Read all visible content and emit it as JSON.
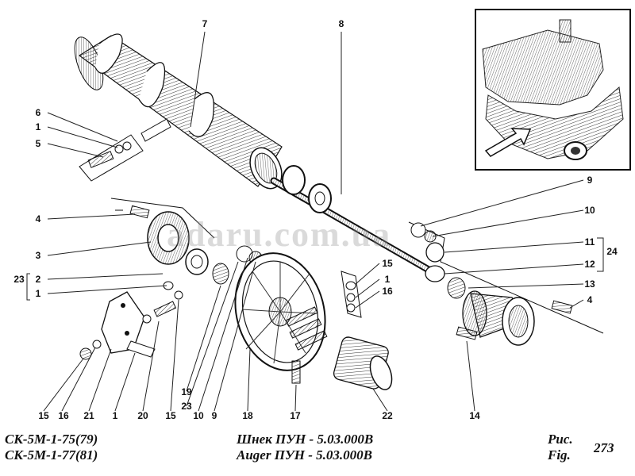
{
  "callouts": [
    {
      "id": "c7a",
      "text": "7"
    },
    {
      "id": "c8",
      "text": "8"
    },
    {
      "id": "c6",
      "text": "6"
    },
    {
      "id": "c1a",
      "text": "1"
    },
    {
      "id": "c5",
      "text": "5"
    },
    {
      "id": "c4a",
      "text": "4"
    },
    {
      "id": "c3",
      "text": "3"
    },
    {
      "id": "c23a",
      "text": "23"
    },
    {
      "id": "c2",
      "text": "2"
    },
    {
      "id": "c1b",
      "text": "1"
    },
    {
      "id": "c9a",
      "text": "9"
    },
    {
      "id": "c10a",
      "text": "10"
    },
    {
      "id": "c11",
      "text": "11"
    },
    {
      "id": "c24",
      "text": "24"
    },
    {
      "id": "c12",
      "text": "12"
    },
    {
      "id": "c13",
      "text": "13"
    },
    {
      "id": "c4b",
      "text": "4"
    },
    {
      "id": "c15a",
      "text": "15"
    },
    {
      "id": "c1c",
      "text": "1"
    },
    {
      "id": "c16a",
      "text": "16"
    },
    {
      "id": "c15b",
      "text": "15"
    },
    {
      "id": "c16b",
      "text": "16"
    },
    {
      "id": "c21",
      "text": "21"
    },
    {
      "id": "c1d",
      "text": "1"
    },
    {
      "id": "c20",
      "text": "20"
    },
    {
      "id": "c15c",
      "text": "15"
    },
    {
      "id": "c19",
      "text": "19"
    },
    {
      "id": "c23b",
      "text": "23"
    },
    {
      "id": "c10b",
      "text": "10"
    },
    {
      "id": "c9b",
      "text": "9"
    },
    {
      "id": "c18",
      "text": "18"
    },
    {
      "id": "c17",
      "text": "17"
    },
    {
      "id": "c22",
      "text": "22"
    },
    {
      "id": "c14",
      "text": "14"
    }
  ],
  "watermark": "adaru.com.ua",
  "caption": {
    "left_line1": "СК-5М-1-75(79)",
    "left_line2": "СК-5М-1-77(81)",
    "center_line1": "Шнек ПУН - 5.03.000В",
    "center_line2": "Auger ПУН - 5.03.000В",
    "fig_line1": "Рис.",
    "fig_line2": "Fig.",
    "fig_number": "273"
  },
  "colors": {
    "ink": "#1a1a1a",
    "bg": "#ffffff"
  }
}
